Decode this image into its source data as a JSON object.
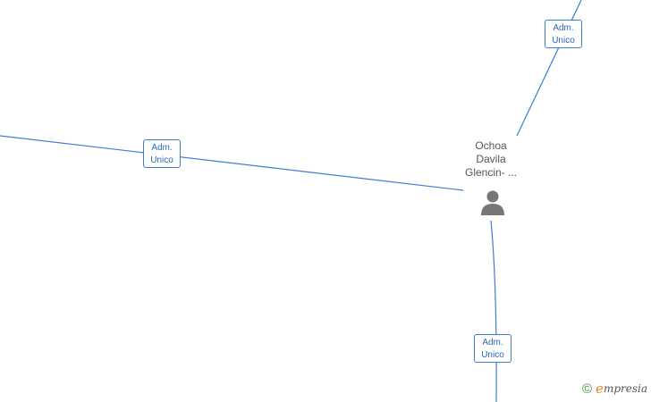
{
  "node": {
    "name_lines": [
      "Ochoa",
      "Davila",
      "Glencin- ..."
    ],
    "icon": "person-icon"
  },
  "edges": [
    {
      "role_line1": "Adm.",
      "role_line2": "Unico"
    },
    {
      "role_line1": "Adm.",
      "role_line2": "Unico"
    },
    {
      "role_line1": "Adm.",
      "role_line2": "Unico"
    }
  ],
  "footer": {
    "copyright_symbol": "©",
    "brand_initial": "e",
    "brand_rest": "mpresia"
  },
  "colors": {
    "edge": "#3a7fd0",
    "icon": "#777777",
    "brand_accent": "#e0861a"
  }
}
